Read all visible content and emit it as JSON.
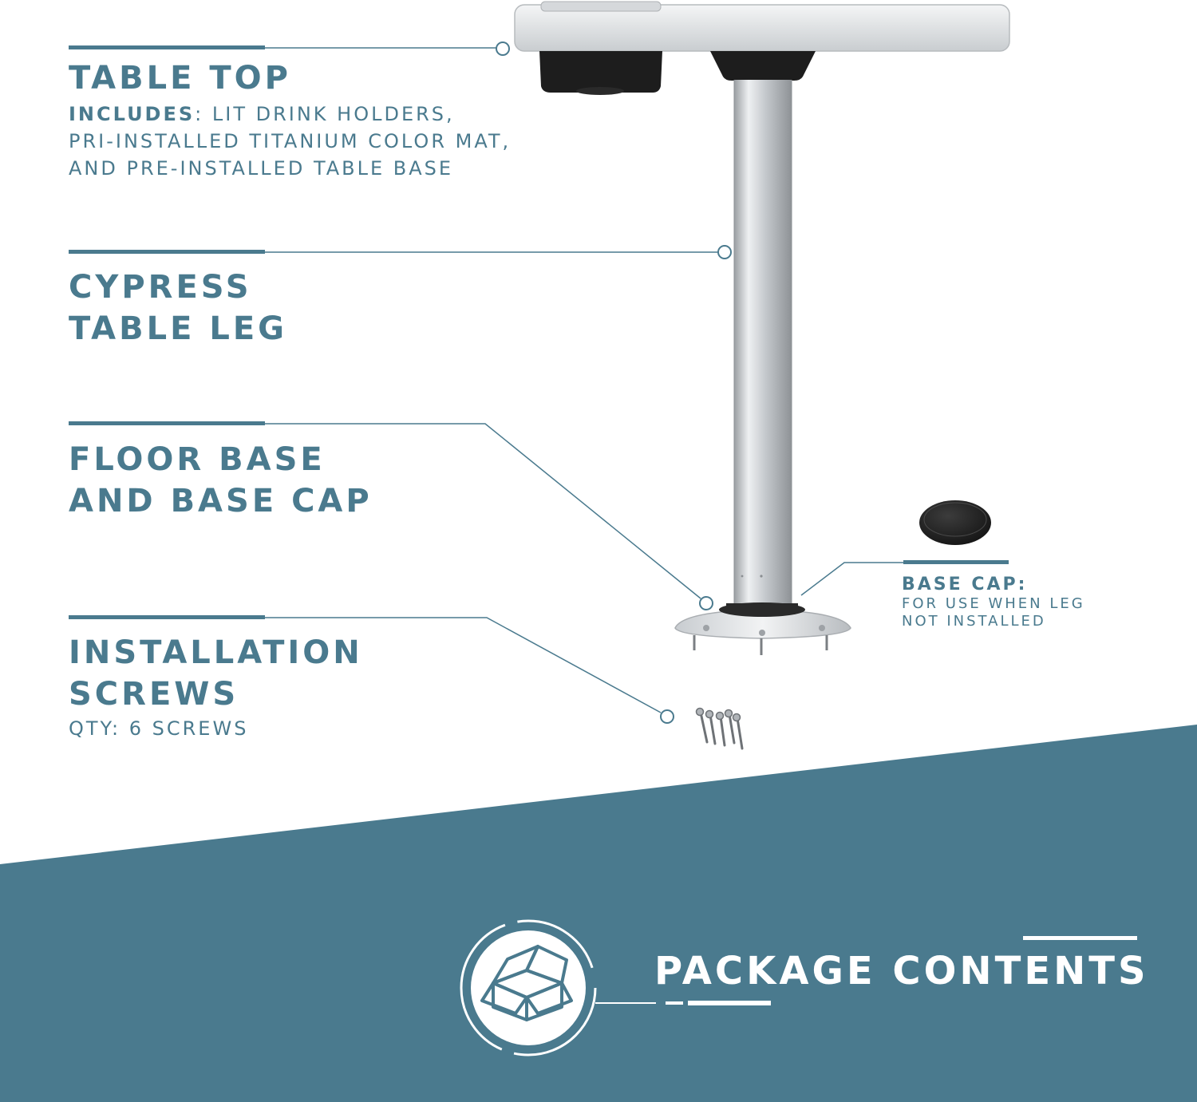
{
  "colors": {
    "accent": "#4a7a8e",
    "band": "#4a7a8e",
    "background": "#ffffff",
    "title_text": "#ffffff"
  },
  "callouts": {
    "table_top": {
      "title": "TABLE TOP",
      "includes_label": "INCLUDES",
      "includes_rest": ": LIT DRINK HOLDERS,",
      "line2": "PRI-INSTALLED TITANIUM COLOR MAT,",
      "line3": "AND PRE-INSTALLED TABLE BASE"
    },
    "table_leg": {
      "line1": "CYPRESS",
      "line2": "TABLE LEG"
    },
    "floor_base": {
      "line1": "FLOOR BASE",
      "line2": "AND BASE CAP"
    },
    "screws": {
      "line1": "INSTALLATION",
      "line2": "SCREWS",
      "qty": "QTY: 6 SCREWS"
    },
    "base_cap": {
      "title": "BASE CAP:",
      "line1": "FOR USE WHEN LEG",
      "line2": "NOT INSTALLED"
    }
  },
  "banner": {
    "title": "PACKAGE CONTENTS",
    "icon": "open-box-icon"
  }
}
